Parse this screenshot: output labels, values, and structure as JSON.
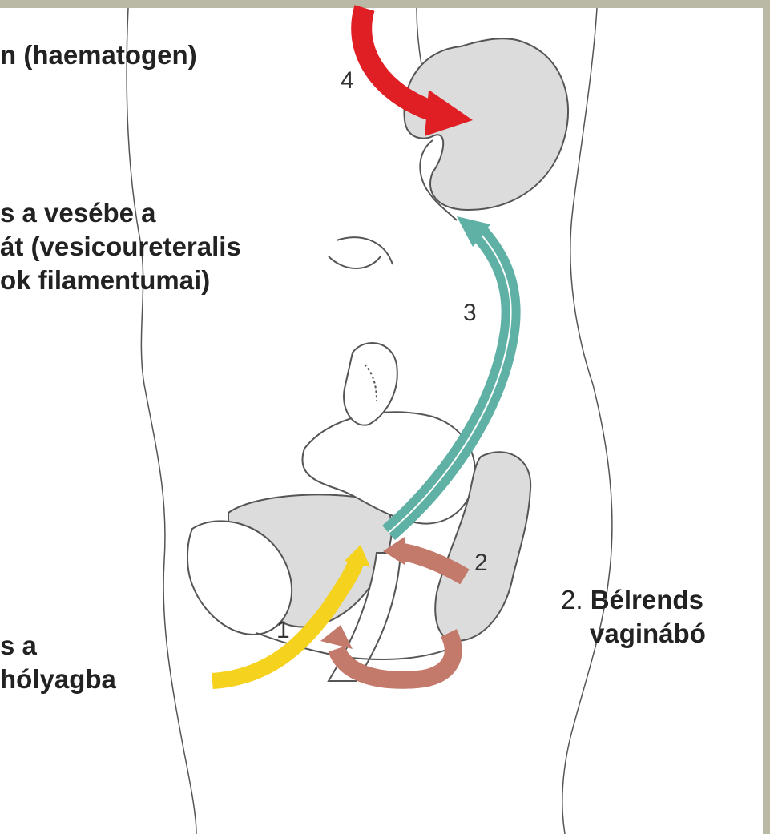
{
  "diagram": {
    "route_numbers": [
      "1",
      "2",
      "3",
      "4"
    ],
    "captions": {
      "route4": "n (haematogen)",
      "route3": [
        "s a vesébe a",
        " át (vesicoureteralis",
        "ok filamentumai)"
      ],
      "route1": [
        "s a",
        "hólyagba"
      ],
      "route2": {
        "number": "2.",
        "line1": "Bélrends",
        "line2": "vaginábó"
      }
    },
    "colors": {
      "frame": "#b9b9a6",
      "canvas": "#ffffff",
      "organ_fill": "#dcdcdc",
      "outline": "#555555",
      "route1_arrow": "#f5d21e",
      "route2_arrow": "#c47a6a",
      "route3_arrow": "#5fb0a5",
      "route4_arrow": "#e01f24",
      "text": "#222222"
    }
  }
}
